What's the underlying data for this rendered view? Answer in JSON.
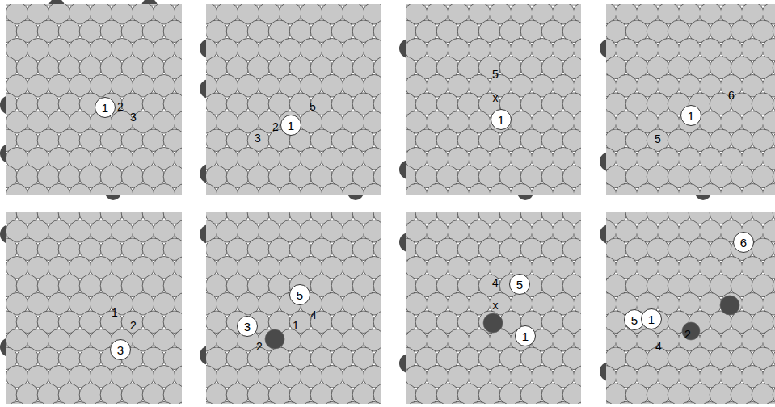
{
  "diagram": {
    "nodes": [
      {
        "text": [
          "1"
        ]
      },
      {
        "text": [
          "1"
        ]
      },
      {
        "text": [
          "1"
        ]
      },
      {
        "text": [
          "1"
        ]
      },
      {
        "text": [
          "3"
        ]
      },
      {
        "text": [
          "5"
        ]
      },
      {
        "text": [
          "3"
        ]
      },
      {
        "text": [
          "5"
        ]
      },
      {
        "text": [
          "1"
        ]
      },
      {
        "text": [
          "6"
        ]
      },
      {
        "text": [
          "5"
        ]
      },
      {
        "text": [
          "1"
        ]
      }
    ],
    "labels": [
      "2",
      "3",
      "2",
      "3",
      "5",
      "5",
      "x",
      "5",
      "6",
      "1",
      "2",
      "4",
      "1",
      "2",
      "4",
      "x",
      "4",
      "2"
    ]
  }
}
